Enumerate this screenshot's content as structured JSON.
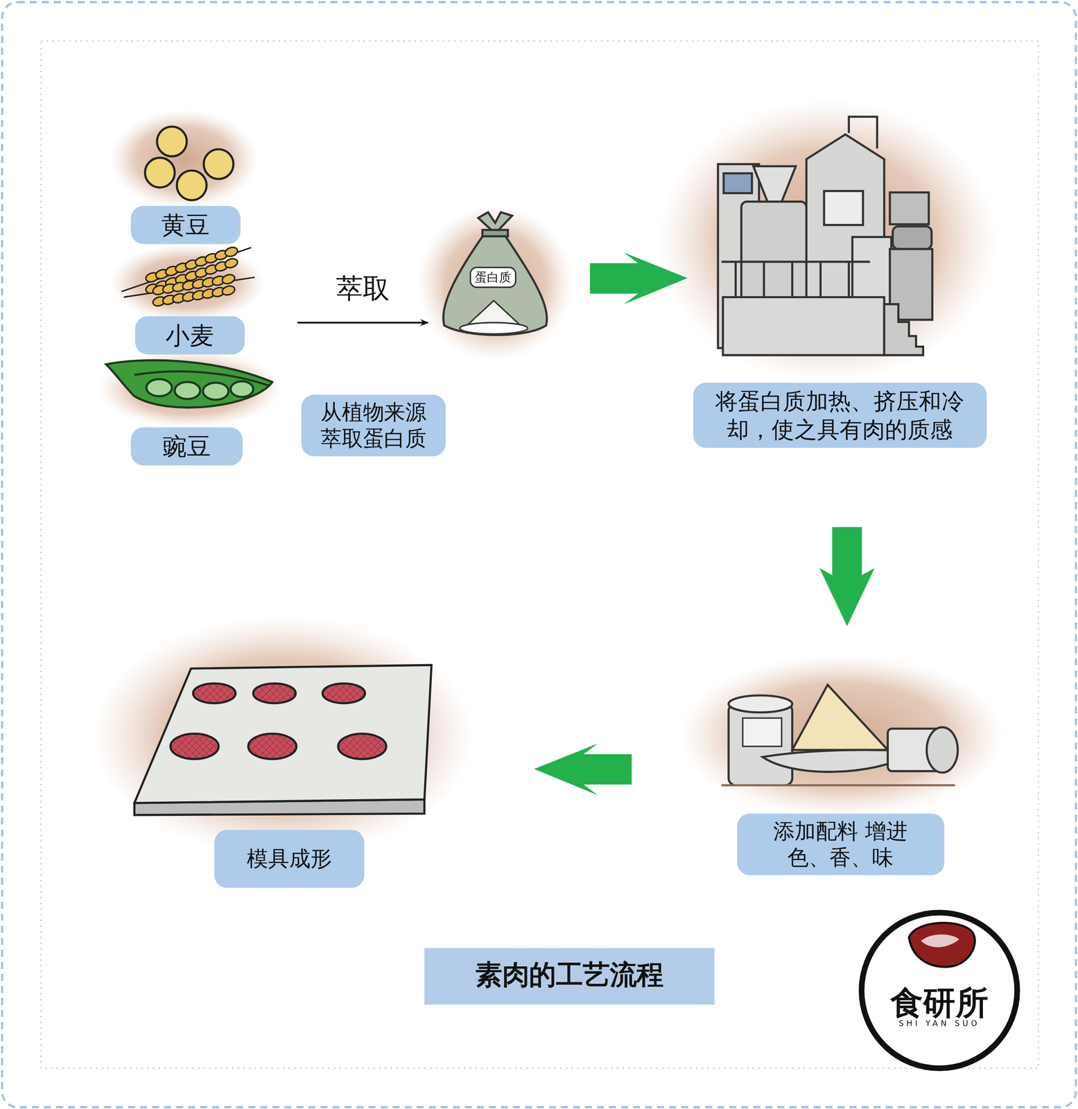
{
  "diagram": {
    "title": "素肉的工艺流程",
    "nodes": [
      {
        "text": [
          "黄豆"
        ]
      },
      {
        "text": [
          "小麦"
        ]
      },
      {
        "text": [
          "豌豆"
        ]
      },
      {
        "text": [
          "从植物来源 萃取蛋白质"
        ]
      },
      {
        "text": [
          "将蛋白质加热、挤压和冷却，使之具有肉的质感"
        ]
      },
      {
        "text": [
          "添加配料 增进色、香、味"
        ]
      },
      {
        "text": [
          "模具成形"
        ]
      }
    ],
    "edges": [
      {
        "from": 1,
        "to": 3,
        "label": "萃取",
        "arrow": "to"
      },
      {
        "from": 3,
        "to": 4,
        "arrow": "to"
      },
      {
        "from": 4,
        "to": 5,
        "arrow": "to"
      },
      {
        "from": 5,
        "to": 6,
        "arrow": "to"
      }
    ],
    "labels": [
      "蛋白质",
      "食研所",
      "SHI YAN SUO"
    ]
  }
}
